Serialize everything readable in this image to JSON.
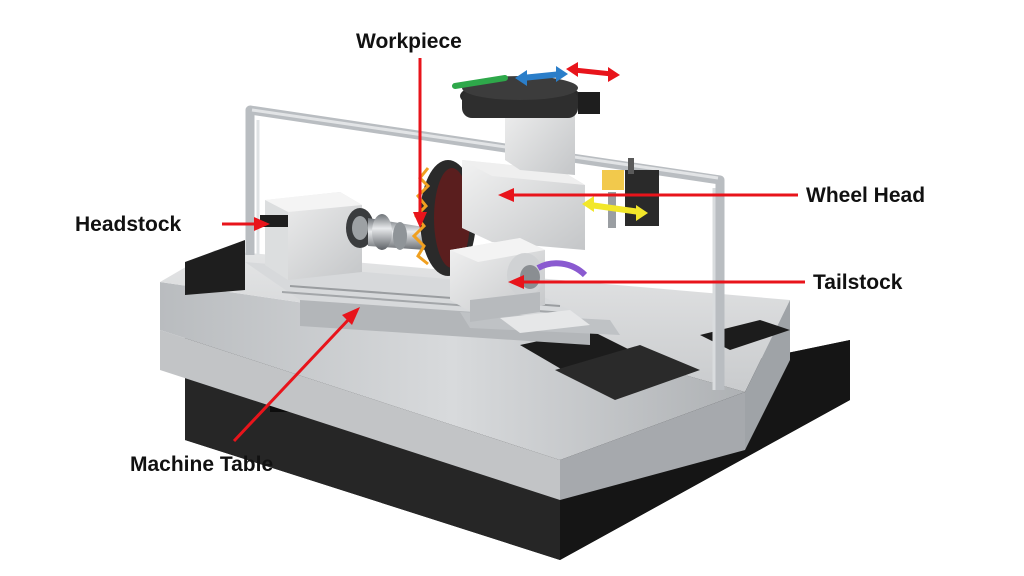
{
  "labels": {
    "workpiece": "Workpiece",
    "headstock": "Headstock",
    "wheel_head": "Wheel Head",
    "tailstock": "Tailstock",
    "machine_table": "Machine Table"
  },
  "colors": {
    "arrow": "#e8141b",
    "base_black": "#1c1c1c",
    "casing_grey": "#c7c9cc",
    "frame_grey": "#bfc3c7",
    "grinding_wheel": "#2a2a2a",
    "motion_red": "#e8141b",
    "motion_blue": "#2b7ec9",
    "motion_yellow": "#f2e72a",
    "motion_green": "#2ea84a",
    "motion_purple": "#8a5ad0"
  }
}
